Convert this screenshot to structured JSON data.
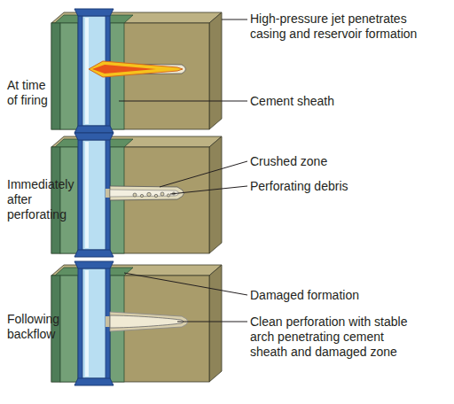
{
  "diagram": {
    "labels": [
      "At time of firing",
      "High-pressure jet penetrates casing and reservoir formation",
      "Cement sheath",
      "Immediately after perforating",
      "Crushed zone",
      "Perforating debris",
      "Following backflow",
      "Damaged formation",
      "Clean perforation with stable arch penetrating cement sheath and damaged zone"
    ]
  }
}
